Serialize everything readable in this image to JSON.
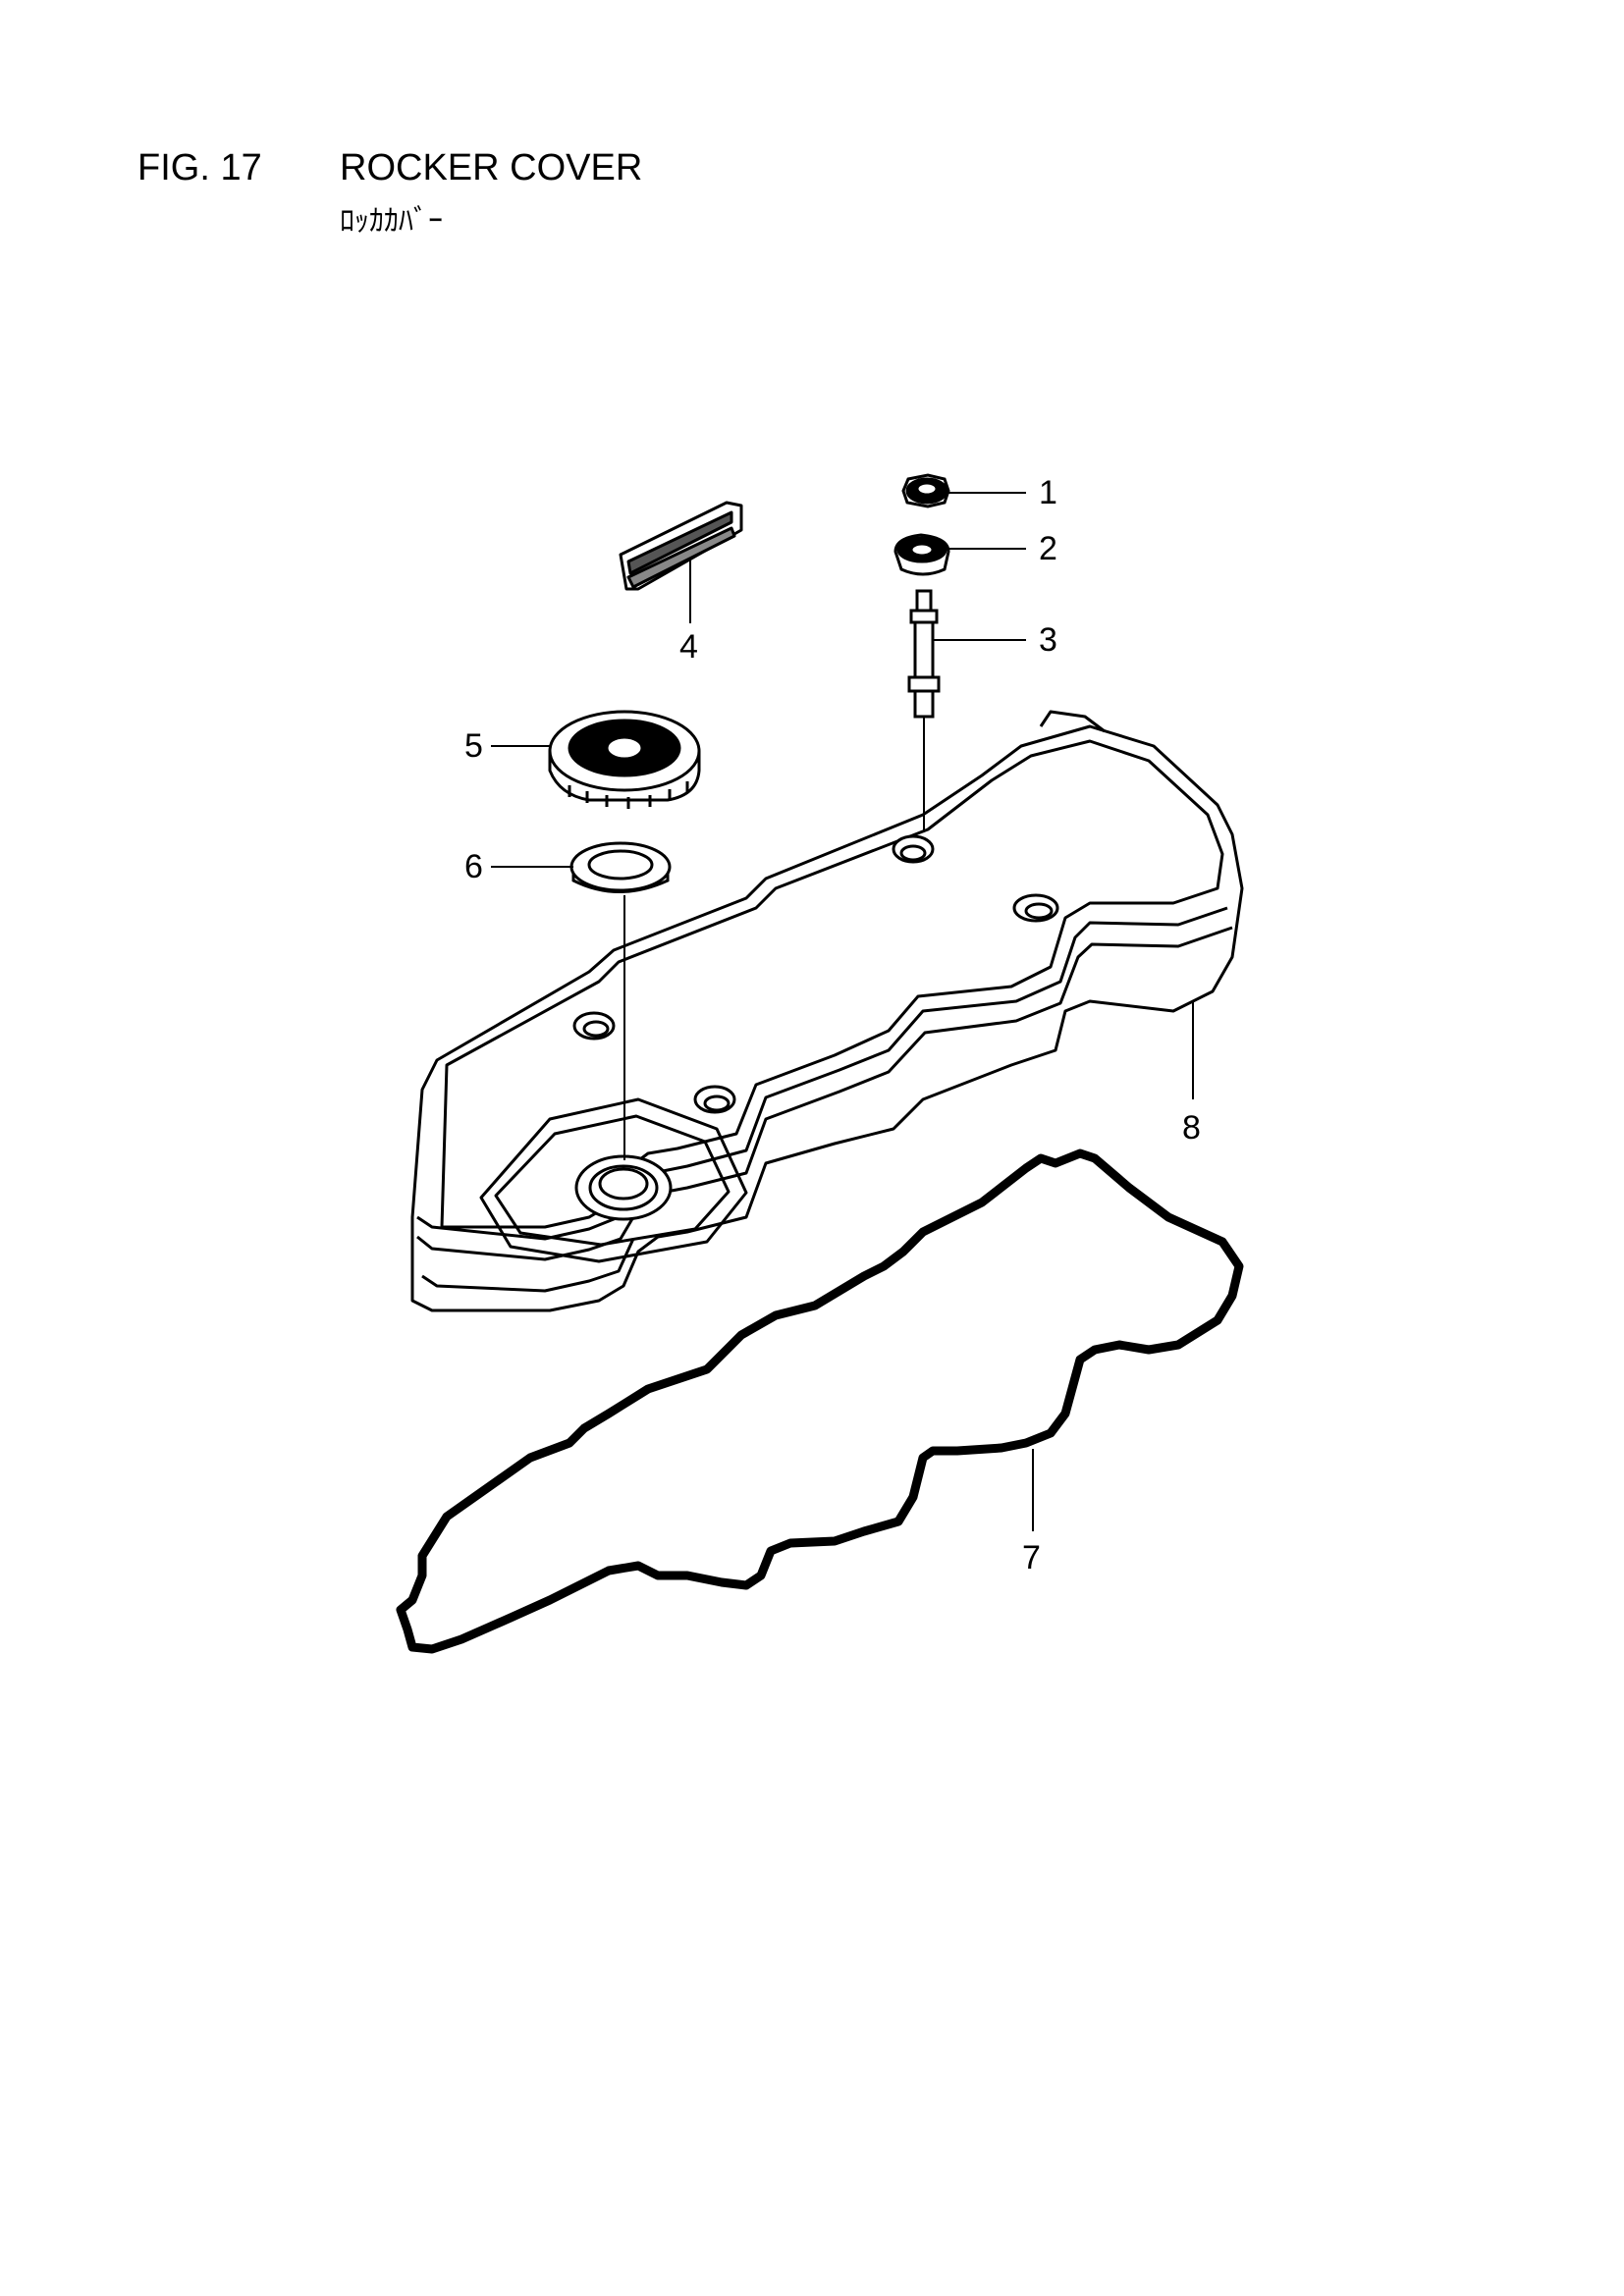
{
  "figure": {
    "label": "FIG. 17",
    "title": "ROCKER COVER",
    "subtitle": "ﾛｯｶｶﾊﾞｰ"
  },
  "callouts": [
    {
      "id": "1",
      "part": "nut"
    },
    {
      "id": "2",
      "part": "grommet"
    },
    {
      "id": "3",
      "part": "stud"
    },
    {
      "id": "4",
      "part": "label"
    },
    {
      "id": "5",
      "part": "oil-filler-cap"
    },
    {
      "id": "6",
      "part": "o-ring"
    },
    {
      "id": "7",
      "part": "gasket"
    },
    {
      "id": "8",
      "part": "rocker-cover"
    }
  ]
}
